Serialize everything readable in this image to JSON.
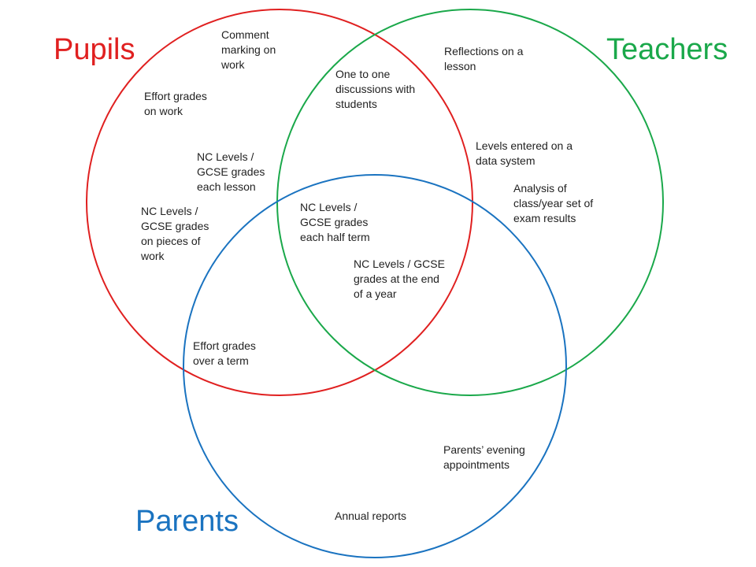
{
  "colors": {
    "pupils": "#e02020",
    "teachers": "#1aa84a",
    "parents": "#1a73c0",
    "text": "#222222"
  },
  "sets": {
    "pupils": {
      "title": "Pupils"
    },
    "teachers": {
      "title": "Teachers"
    },
    "parents": {
      "title": "Parents"
    }
  },
  "items": [
    {
      "id": "comment-marking",
      "text": "Comment\nmarking on\nwork",
      "region": "pupils"
    },
    {
      "id": "effort-grades-work",
      "text": "Effort grades\non work",
      "region": "pupils"
    },
    {
      "id": "nc-levels-each-lesson",
      "text": "NC Levels /\nGCSE grades\neach lesson",
      "region": "pupils"
    },
    {
      "id": "nc-levels-pieces-of-work",
      "text": "NC Levels /\nGCSE grades\non pieces of\nwork",
      "region": "pupils"
    },
    {
      "id": "one-to-one-discussions",
      "text": "One to one\ndiscussions with\nstudents",
      "region": "pupils+teachers"
    },
    {
      "id": "reflections-lesson",
      "text": "Reflections on a\nlesson",
      "region": "teachers"
    },
    {
      "id": "levels-data-system",
      "text": "Levels entered on a\ndata system",
      "region": "teachers"
    },
    {
      "id": "analysis-exam-results",
      "text": "Analysis of\nclass/year set of\nexam results",
      "region": "teachers"
    },
    {
      "id": "nc-levels-half-term",
      "text": "NC Levels /\nGCSE grades\neach half term",
      "region": "pupils+teachers+parents"
    },
    {
      "id": "nc-levels-end-of-year",
      "text": "NC Levels / GCSE\ngrades at the end\nof a year",
      "region": "pupils+teachers+parents"
    },
    {
      "id": "effort-grades-term",
      "text": "Effort grades\nover a term",
      "region": "pupils+parents"
    },
    {
      "id": "parents-evening",
      "text": "Parents’ evening\nappointments",
      "region": "teachers+parents"
    },
    {
      "id": "annual-reports",
      "text": "Annual reports",
      "region": "parents"
    }
  ]
}
